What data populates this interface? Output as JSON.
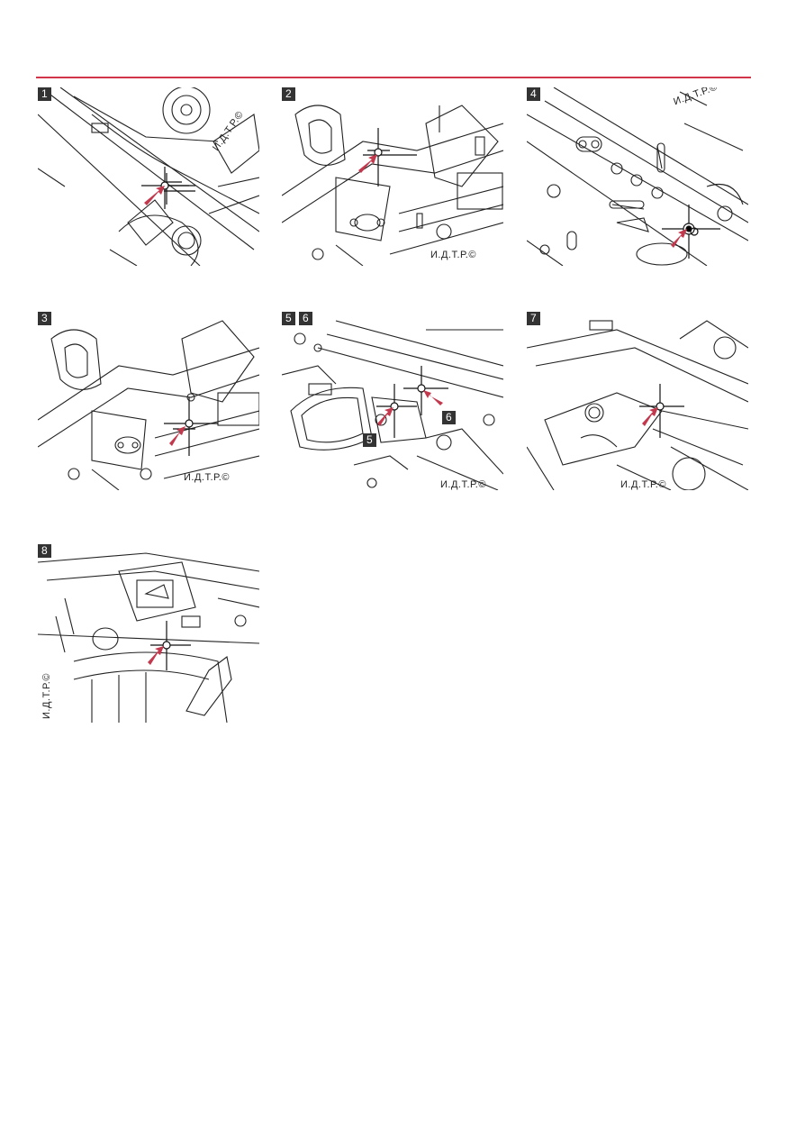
{
  "watermark": "И.Д.Т.Р.©",
  "accent_color": "#d2344a",
  "arrow_color": "#c2394e",
  "panels": [
    {
      "id": "p1",
      "tags": [
        "1"
      ]
    },
    {
      "id": "p2",
      "tags": [
        "2"
      ]
    },
    {
      "id": "p4",
      "tags": [
        "4"
      ]
    },
    {
      "id": "p3",
      "tags": [
        "3"
      ]
    },
    {
      "id": "p56",
      "tags": [
        "5",
        "6",
        "6",
        "5"
      ]
    },
    {
      "id": "p7",
      "tags": [
        "7"
      ]
    },
    {
      "id": "p8",
      "tags": [
        "8"
      ]
    }
  ]
}
